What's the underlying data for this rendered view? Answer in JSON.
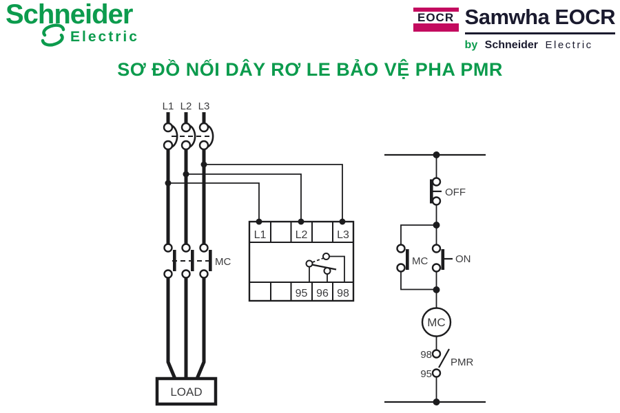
{
  "colors": {
    "green": "#0c9b4d",
    "magenta": "#c30b5f",
    "dark": "#1a1a2e",
    "line": "#1c1c1e",
    "label": "#3c3c3e"
  },
  "header": {
    "schneider": {
      "name": "Schneider",
      "sub": "Electric"
    },
    "eocr": {
      "flag": "EOCR",
      "brand": "Samwha EOCR",
      "by": "by",
      "by_brand": "Schneider",
      "by_sub": "Electric"
    }
  },
  "title": "SƠ ĐỒ NỐI DÂY RƠ LE BẢO VỆ PHA PMR",
  "power_circuit": {
    "phase_labels": [
      "L1",
      "L2",
      "L3"
    ],
    "contactor_label": "MC",
    "relay_top_terminals": [
      "L1",
      "L2",
      "L3"
    ],
    "relay_bottom_terminals": [
      "95",
      "96",
      "98"
    ],
    "load_label": "LOAD"
  },
  "control_circuit": {
    "off_label": "OFF",
    "mc_aux_label": "MC",
    "on_label": "ON",
    "coil_label": "MC",
    "pmr_top_terminal": "98",
    "pmr_label": "PMR",
    "pmr_bottom_terminal": "95"
  }
}
